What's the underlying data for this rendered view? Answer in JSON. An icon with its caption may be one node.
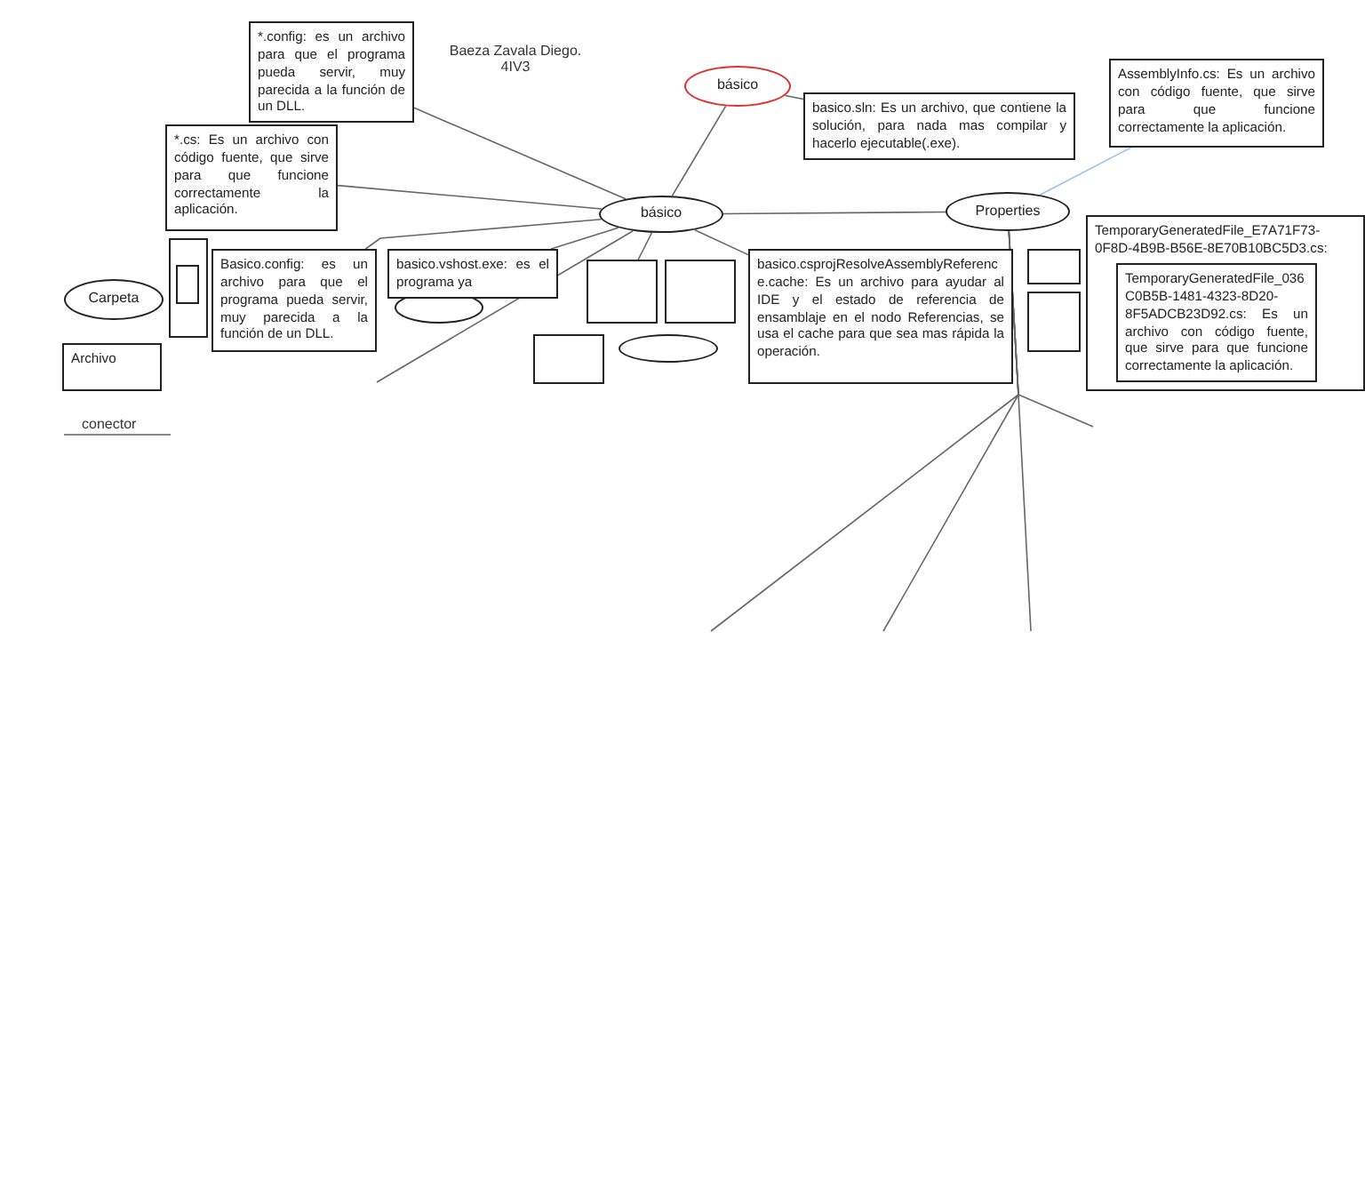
{
  "diagram": {
    "nodes": [
      {
        "text": [
          "*.config: es un archivo para que el programa pueda servir, muy parecida a la función de un DLL."
        ]
      },
      {
        "text": [
          "básico"
        ]
      },
      {
        "text": [
          "basico.sln: Es un archivo, que contiene la solución, para nada mas compilar y hacerlo ejecutable(.exe)."
        ]
      },
      {
        "text": [
          "AssemblyInfo.cs: Es un archivo con código fuente, que sirve para que funcione correctamente la aplicación."
        ]
      },
      {
        "text": [
          "*.cs: Es un archivo con código fuente, que sirve para que funcione correctamente la aplicación."
        ]
      },
      {
        "text": [
          "básico"
        ]
      },
      {
        "text": [
          "Properties"
        ]
      },
      {
        "text": [],
        "shape": "box"
      },
      {
        "text": [],
        "shape": "box"
      },
      {
        "text": [
          "TemporaryGeneratedFile_E7A71F73-0F8D-4B9B-B56E-8E70B10BC5D3.cs:"
        ]
      },
      {
        "text": [
          "TemporaryGeneratedFile_036C0B5B-1481-4323-8D20-8F5ADCB23D92.cs: Es un archivo con código fuente, que sirve para que funcione correctamente la aplicación."
        ],
        "in": 9
      },
      {
        "text": [],
        "shape": "box"
      },
      {
        "text": [],
        "shape": "box",
        "in": 11
      },
      {
        "text": [
          "Carpeta"
        ]
      },
      {
        "text": [
          "Basico.config: es un archivo para que el programa pueda servir, muy parecida a la función de un DLL."
        ]
      },
      {
        "text": [
          "Archivo"
        ]
      },
      {
        "text": [],
        "shape": "circle"
      },
      {
        "text": [
          "basico.vshost.exe: es el programa ya"
        ]
      },
      {
        "text": [],
        "shape": "box"
      },
      {
        "text": [],
        "shape": "box"
      },
      {
        "text": [],
        "shape": "circle"
      },
      {
        "text": [],
        "shape": "box"
      },
      {
        "text": [
          "basico.csprojResolveAssemblyReference.cache: Es un archivo para ayudar al IDE y el estado de referencia de ensamblaje en el nodo Referencias, se usa el cache para que sea mas rápida la operación."
        ]
      }
    ],
    "edges": [
      {
        "from": 5,
        "to": 0,
        "arrow": "none"
      },
      {
        "from": 5,
        "to": 1,
        "arrow": "none"
      },
      {
        "from": 1,
        "to": 2,
        "arrow": "none"
      },
      {
        "from": 5,
        "to": 4,
        "arrow": "none"
      },
      {
        "from": 5,
        "to": 14,
        "arrow": "none"
      },
      {
        "from": 5,
        "to": 17,
        "arrow": "none"
      },
      {
        "from": 5,
        "to": 6,
        "arrow": "none"
      },
      {
        "from": 3,
        "to": 6,
        "arrow": "none",
        "color": "#9dc3e6"
      },
      {
        "from": 5,
        "to": null,
        "arrow": "none"
      },
      {
        "from": 5,
        "to": 19,
        "arrow": "none"
      },
      {
        "from": 5,
        "to": 22,
        "arrow": "none"
      },
      {
        "from": 6,
        "to": null,
        "arrow": "none"
      },
      {
        "from": 6,
        "to": null,
        "arrow": "none"
      },
      {
        "from": 6,
        "to": null,
        "arrow": "none"
      },
      {
        "from": 6,
        "to": null,
        "arrow": "none"
      }
    ],
    "labels": [
      "Baeza Zavala Diego. 4IV3"
    ],
    "legend": [
      {
        "text": "conector"
      }
    ]
  }
}
